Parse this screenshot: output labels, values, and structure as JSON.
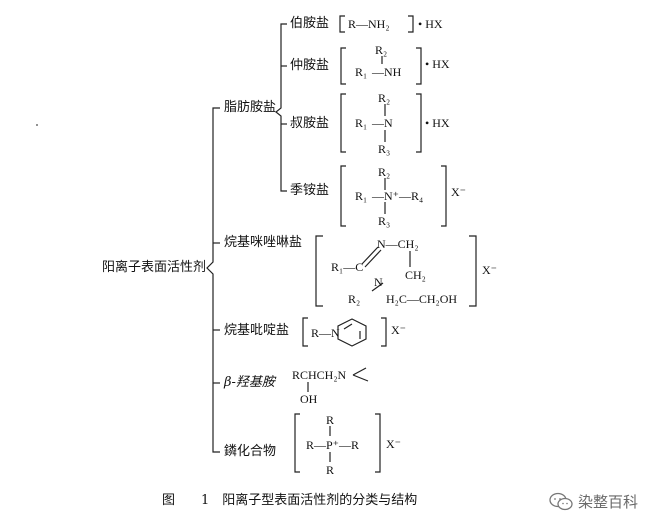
{
  "root": "阳离子表面活性剂",
  "groups": {
    "fatty": "脂肪胺盐",
    "imidazoline": "烷基咪唑啉盐",
    "pyridinium": "烷基吡啶盐",
    "hydroxyamine": "β-羟基胺",
    "phosphonium": "鏻化合物"
  },
  "sub": {
    "primary": "伯胺盐",
    "secondary": "仲胺盐",
    "tertiary": "叔胺盐",
    "quaternary": "季铵盐"
  },
  "labels": {
    "hx": "• HX",
    "xminus": "X⁻",
    "r": "R",
    "r1": "R₁",
    "r2": "R₂",
    "r3": "R₃",
    "r4": "R₄",
    "nh2": "R—NH₂",
    "nh": "—NH",
    "n": "—N",
    "nplus": "—N⁺—R₄",
    "imid_top": "N—CH₂",
    "imid_c": "R₁—C",
    "imid_ch2": "CH₂",
    "imid_bottom": "H₂C—CH₂OH",
    "imid_nplus": "N",
    "pyr_r": "R—N",
    "hydroxy_top": "RCHCH₂N",
    "hydroxy_oh": "OH",
    "p_center": "R—P⁺—R"
  },
  "caption": "图　　1　阳离子型表面活性剂的分类与结构",
  "watermark": "染整百科"
}
